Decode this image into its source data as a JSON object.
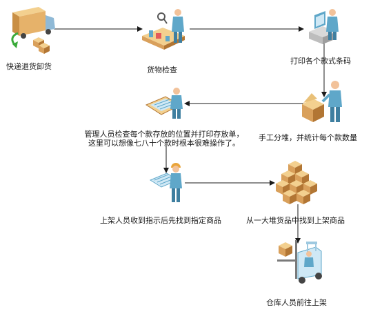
{
  "steps": [
    {
      "label": "快递退货卸货",
      "icon": "delivery-truck-icon"
    },
    {
      "label": "货物检查",
      "icon": "inspection-worker-icon"
    },
    {
      "label": "打印各个款式条码",
      "icon": "computer-printer-icon"
    },
    {
      "label": "手工分堆，并统计每个款数量",
      "icon": "sorting-worker-icon"
    },
    {
      "label_line1": "管理人员检查每个款存放的位置并打印存放单，",
      "label_line2": "这里可以想像七八十个款时根本很难操作了。",
      "icon": "clipboard-document-icon"
    },
    {
      "label": "上架人员收到指示后先找到指定商品",
      "icon": "worker-with-helmet-icon"
    },
    {
      "label": "从一大堆货品中找到上架商品",
      "icon": "box-pile-icon"
    },
    {
      "label": "仓库人员前往上架",
      "icon": "forklift-icon"
    }
  ],
  "colors": {
    "arrow": "#1a1a1a",
    "worker_body": "#5fa7c9",
    "worker_skin": "#f2c29a",
    "box": "#d9a05b",
    "box_dark": "#b27634",
    "truck": "#e6b26a",
    "green": "#3aaa3a"
  }
}
